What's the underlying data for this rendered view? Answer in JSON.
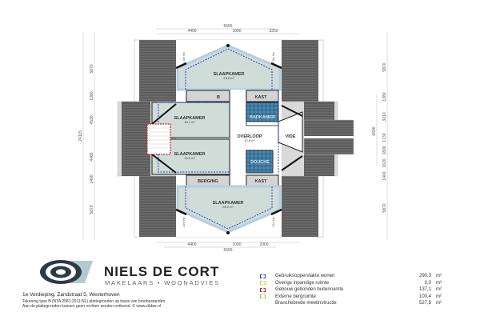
{
  "drawing": {
    "rooms": [
      {
        "name": "SLAAPKAMER",
        "area": "28,8 m²"
      },
      {
        "name": "SLAAPKAMER",
        "area": "16,1 m²"
      },
      {
        "name": "SLAAPKAMER",
        "area": "16,9 m²"
      },
      {
        "name": "SLAAPKAMER",
        "area": "28,2 m²"
      },
      {
        "name": "OVERLOOP",
        "area": "12,8 m²"
      },
      {
        "name": "BADKAMER"
      },
      {
        "name": "DOUCHE"
      },
      {
        "name": "VIDE"
      },
      {
        "name": "BERGING"
      },
      {
        "name": "KAST"
      },
      {
        "name": "KAST"
      },
      {
        "name": "B"
      }
    ],
    "height_marker": "1,5m Hp",
    "dims_top": {
      "total": "5665",
      "parts": [
        "4400",
        "1000",
        "3250"
      ]
    },
    "dims_bottom": {
      "total": "5665",
      "parts": [
        "4400",
        "1000",
        "2000"
      ]
    },
    "dims_left": {
      "total": "24115",
      "parts": [
        "5870",
        "1380",
        "4530",
        "4465",
        "1400",
        "5870"
      ]
    },
    "dims_right": {
      "total": "6600",
      "parts": [
        "5870",
        "1380",
        "3210",
        "1730",
        "1800",
        "1620",
        "1400",
        "5870"
      ]
    }
  },
  "brand": {
    "name": "NIELS DE CORT",
    "tagline": "MAKELAARS • WOONADVIES"
  },
  "info": {
    "address": "1e Verdieping, Zandstraat 5, Westerhoven",
    "note1": "Tekening type B (NTA 2581:2011:NL) plattegronden op basis van bronbestanden",
    "note2": "Aan de plattegronden kunnen geen rechten worden ontleend. © www.zibber.nl"
  },
  "legend": [
    {
      "label": "Gebruiksoppervlakte wonen",
      "value": "290,3",
      "unit": "m²",
      "color": "#1f3fd0"
    },
    {
      "label": "Overige inpandige ruimte",
      "value": "0,0",
      "unit": "m²",
      "color": "#e8c640"
    },
    {
      "label": "Gebouw gebonden buitenruimte",
      "value": "137,1",
      "unit": "m²",
      "color": "#c8202a"
    },
    {
      "label": "Externe bergruimte",
      "value": "100,4",
      "unit": "m²",
      "color": "#8ccc50"
    },
    {
      "label": "Branchebrede meetinstructie",
      "value": "527,8",
      "unit": "m²"
    }
  ]
}
